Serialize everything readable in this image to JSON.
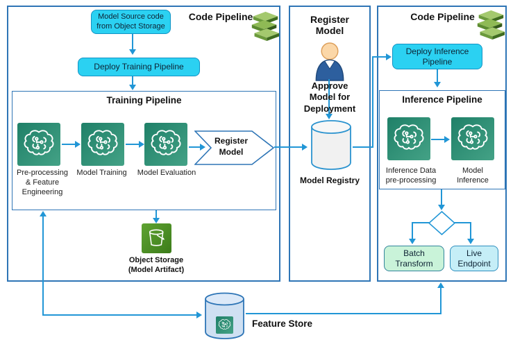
{
  "left": {
    "panel_title": "Code Pipeline",
    "source_box": "Model Source code\nfrom Object Storage",
    "deploy_box": "Deploy Training Pipeline",
    "training_title": "Training Pipeline",
    "step_preprocessing": "Pre-processing\n& Feature\nEngineering",
    "step_training": "Model Training",
    "step_evaluation": "Model Evaluation",
    "register_chevron": "Register\nModel",
    "object_storage_caption": "Object Storage\n(Model Artifact)"
  },
  "middle": {
    "panel_title": "Register\nModel",
    "approve_caption": "Approve\nModel for\nDeployment",
    "registry_caption": "Model Registry"
  },
  "right": {
    "panel_title": "Code Pipeline",
    "deploy_box": "Deploy Inference\nPipeline",
    "inference_title": "Inference Pipeline",
    "step_preprocessing": "Inference Data\npre-processing",
    "step_inference": "Model\nInference",
    "batch_box": "Batch\nTransform",
    "live_box": "Live\nEndpoint"
  },
  "bottom": {
    "feature_store_caption": "Feature Store"
  },
  "icons": {
    "code_pipeline": "codepipeline-layers-icon",
    "ml_step": "ml-brain-circuit-icon",
    "object_storage": "storage-bucket-icon",
    "approver": "person-icon",
    "model_registry": "database-cylinder-icon",
    "feature_store": "database-cylinder-icon",
    "decision": "decision-diamond"
  },
  "colors": {
    "panel_border": "#2e75b6",
    "arrow": "#2196d6",
    "process_box_fill": "#2bd1f2",
    "process_box_border": "#1292c4",
    "ml_icon_gradient_start": "#1f8068",
    "ml_icon_gradient_end": "#44a286",
    "bucket_green": "#4a8c28",
    "batch_fill": "#c9f3d9",
    "batch_border": "#31859c",
    "live_fill": "#c5eef7",
    "live_border": "#2e8fbf",
    "registry_fill": "#f1f1f1",
    "registry_border": "#2b93cf",
    "feature_store_fill": "#cfe0f2",
    "feature_store_border": "#2e75b6"
  }
}
